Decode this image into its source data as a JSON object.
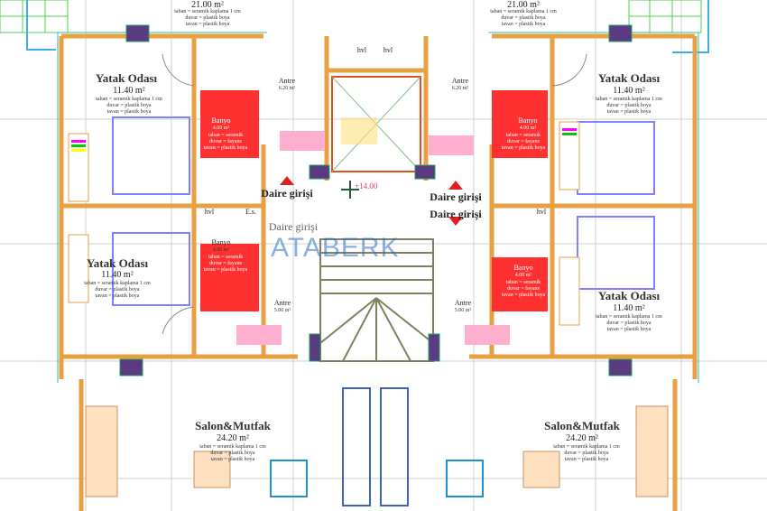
{
  "watermark": "ATABERK",
  "level": "+14.00",
  "finish": {
    "floor": "taban = seramik kaplama 1 cm",
    "wall": "duvar = plastik boya",
    "ceiling": "tavan = plastik boya"
  },
  "bath_finish": {
    "floor": "taban = seramik",
    "wall": "duvar = fayans",
    "ceiling": "tavan = plastik boya"
  },
  "rooms": {
    "top_area": "21.00 m²",
    "bedroom": "Yatak Odası",
    "bedroom_area": "11.40 m²",
    "hall": "Antre",
    "hall_area_a": "6.20 m²",
    "hall_area_b": "5.00 m²",
    "bath": "Banyo",
    "bath_area": "4.00 m²",
    "living": "Salon&Mutfak",
    "living_area": "24.20 m²",
    "entry": "Daire girişi",
    "hvl": "hvl",
    "es": "E.s."
  },
  "colors": {
    "wall": "#e8a040",
    "wall_edge": "#20c0b0",
    "furniture": "#8080ff",
    "bath_tile": "#ff2020",
    "grid": "#c8c8c8",
    "stair": "#808060"
  }
}
